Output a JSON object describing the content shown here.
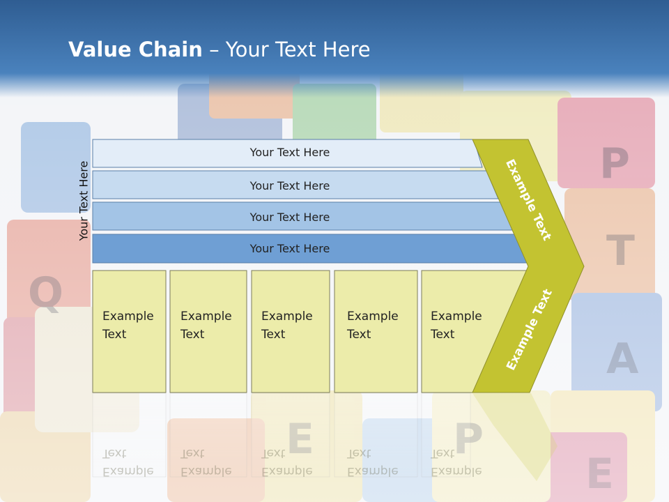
{
  "title": {
    "bold": "Value Chain",
    "rest": " – Your Text Here"
  },
  "side_label": "Your Text Here",
  "bars": [
    {
      "label": "Your Text Here",
      "fill": "#e3edf8"
    },
    {
      "label": "Your Text Here",
      "fill": "#c6dbf0"
    },
    {
      "label": "Your Text Here",
      "fill": "#a3c4e6"
    },
    {
      "label": "Your Text Here",
      "fill": "#6f9fd4"
    }
  ],
  "boxes": [
    {
      "line1": "Example",
      "line2": "Text"
    },
    {
      "line1": "Example",
      "line2": "Text"
    },
    {
      "line1": "Example",
      "line2": "Text"
    },
    {
      "line1": "Example",
      "line2": "Text"
    },
    {
      "line1": "Example",
      "line2": "Text"
    }
  ],
  "chevron": {
    "top_label": "Example Text",
    "bottom_label": "Example Text",
    "fill": "#c3c331"
  },
  "colors": {
    "header": "#3f74ad",
    "box_fill": "#ececaa",
    "box_stroke": "#7d7d5a"
  }
}
